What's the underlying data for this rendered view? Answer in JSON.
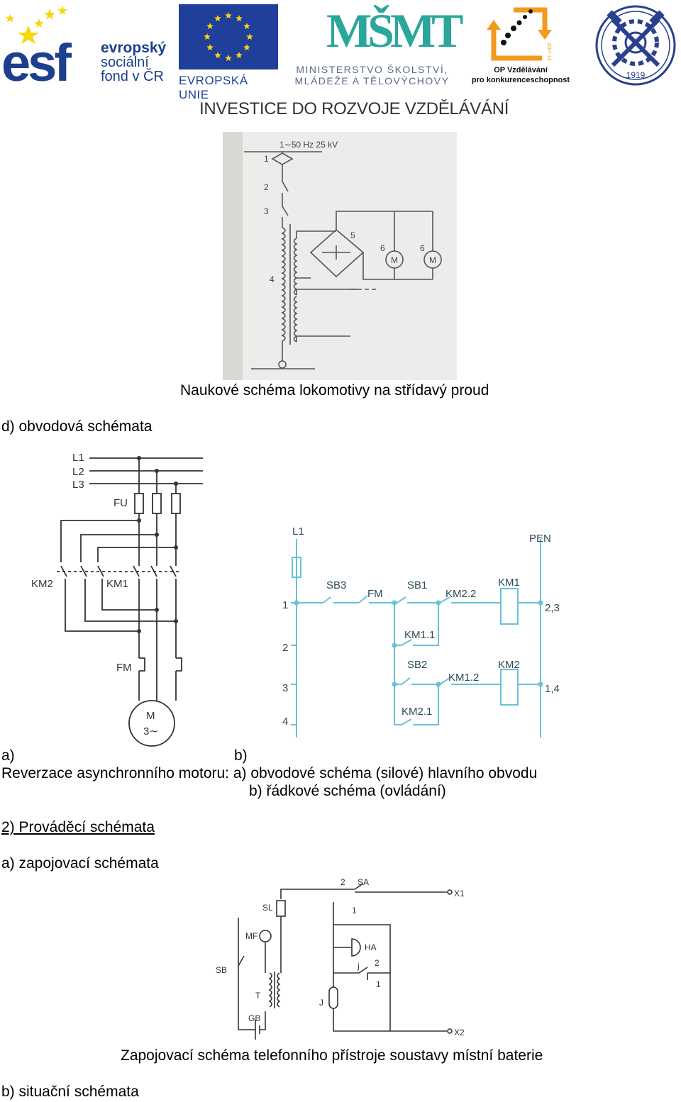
{
  "header": {
    "esf": {
      "letters": "esf",
      "line1": "evropský",
      "line2": "sociální",
      "line3": "fond v ČR"
    },
    "eu": {
      "caption": "EVROPSKÁ UNIE"
    },
    "msmt": {
      "logo": "MŠMT",
      "line1": "MINISTERSTVO ŠKOLSTVÍ,",
      "line2": "MLÁDEŽE A TĚLOVÝCHOVY"
    },
    "op": {
      "line1": "OP Vzdělávání",
      "line2": "pro konkurenceschopnost",
      "years": "2007-13"
    },
    "school": {
      "year": "1919"
    },
    "tagline": "INVESTICE DO ROZVOJE VZDĚLÁVÁNÍ"
  },
  "figure1": {
    "labels": {
      "supply": "1∼50 Hz  25 kV",
      "n1": "1",
      "n2": "2",
      "n3": "3",
      "n4": "4",
      "n5": "5",
      "n6a": "6",
      "n6b": "6",
      "motor": "M"
    },
    "caption": "Naukové schéma lokomotivy na střídavý proud"
  },
  "section_d": "d) obvodová schémata",
  "figure2": {
    "left_labels": {
      "l1": "L1",
      "l2": "L2",
      "l3": "L3",
      "fu": "FU",
      "km2": "KM2",
      "km1": "KM1",
      "fm": "FM",
      "motor1": "M",
      "motor2": "3∼"
    },
    "right_labels": {
      "l1": "L1",
      "pen": "PEN",
      "sb3": "SB3",
      "fm": "FM",
      "sb1": "SB1",
      "km22": "KM2.2",
      "km1": "KM1",
      "km11": "KM1.1",
      "sb2": "SB2",
      "km12": "KM1.2",
      "km2": "KM2",
      "km21": "KM2.1",
      "r1": "1",
      "r2": "2",
      "r3": "3",
      "r4": "4",
      "ref23": "2,3",
      "ref14": "1,4"
    },
    "label_a": "a)",
    "label_b": "b)",
    "caption_line1": "Reverzace asynchronního motoru:  a) obvodové schéma (silové) hlavního obvodu",
    "caption_line2": "b) řádkové schéma (ovládání)"
  },
  "section_2": "2) Prováděcí schémata",
  "section_2a": "a) zapojovací schémata",
  "figure3": {
    "labels": {
      "n2": "2",
      "sa": "SA",
      "x1": "X1",
      "n1": "1",
      "sl": "SL",
      "mf": "MF",
      "ha": "HA",
      "j": "j",
      "n2b": "2",
      "n1b": "1",
      "sb": "SB",
      "t": "T",
      "jj": "J",
      "gb": "GB",
      "x2": "X2"
    },
    "caption": "Zapojovací schéma telefonního přístroje soustavy místní baterie"
  },
  "section_2b": "b) situační schémata"
}
